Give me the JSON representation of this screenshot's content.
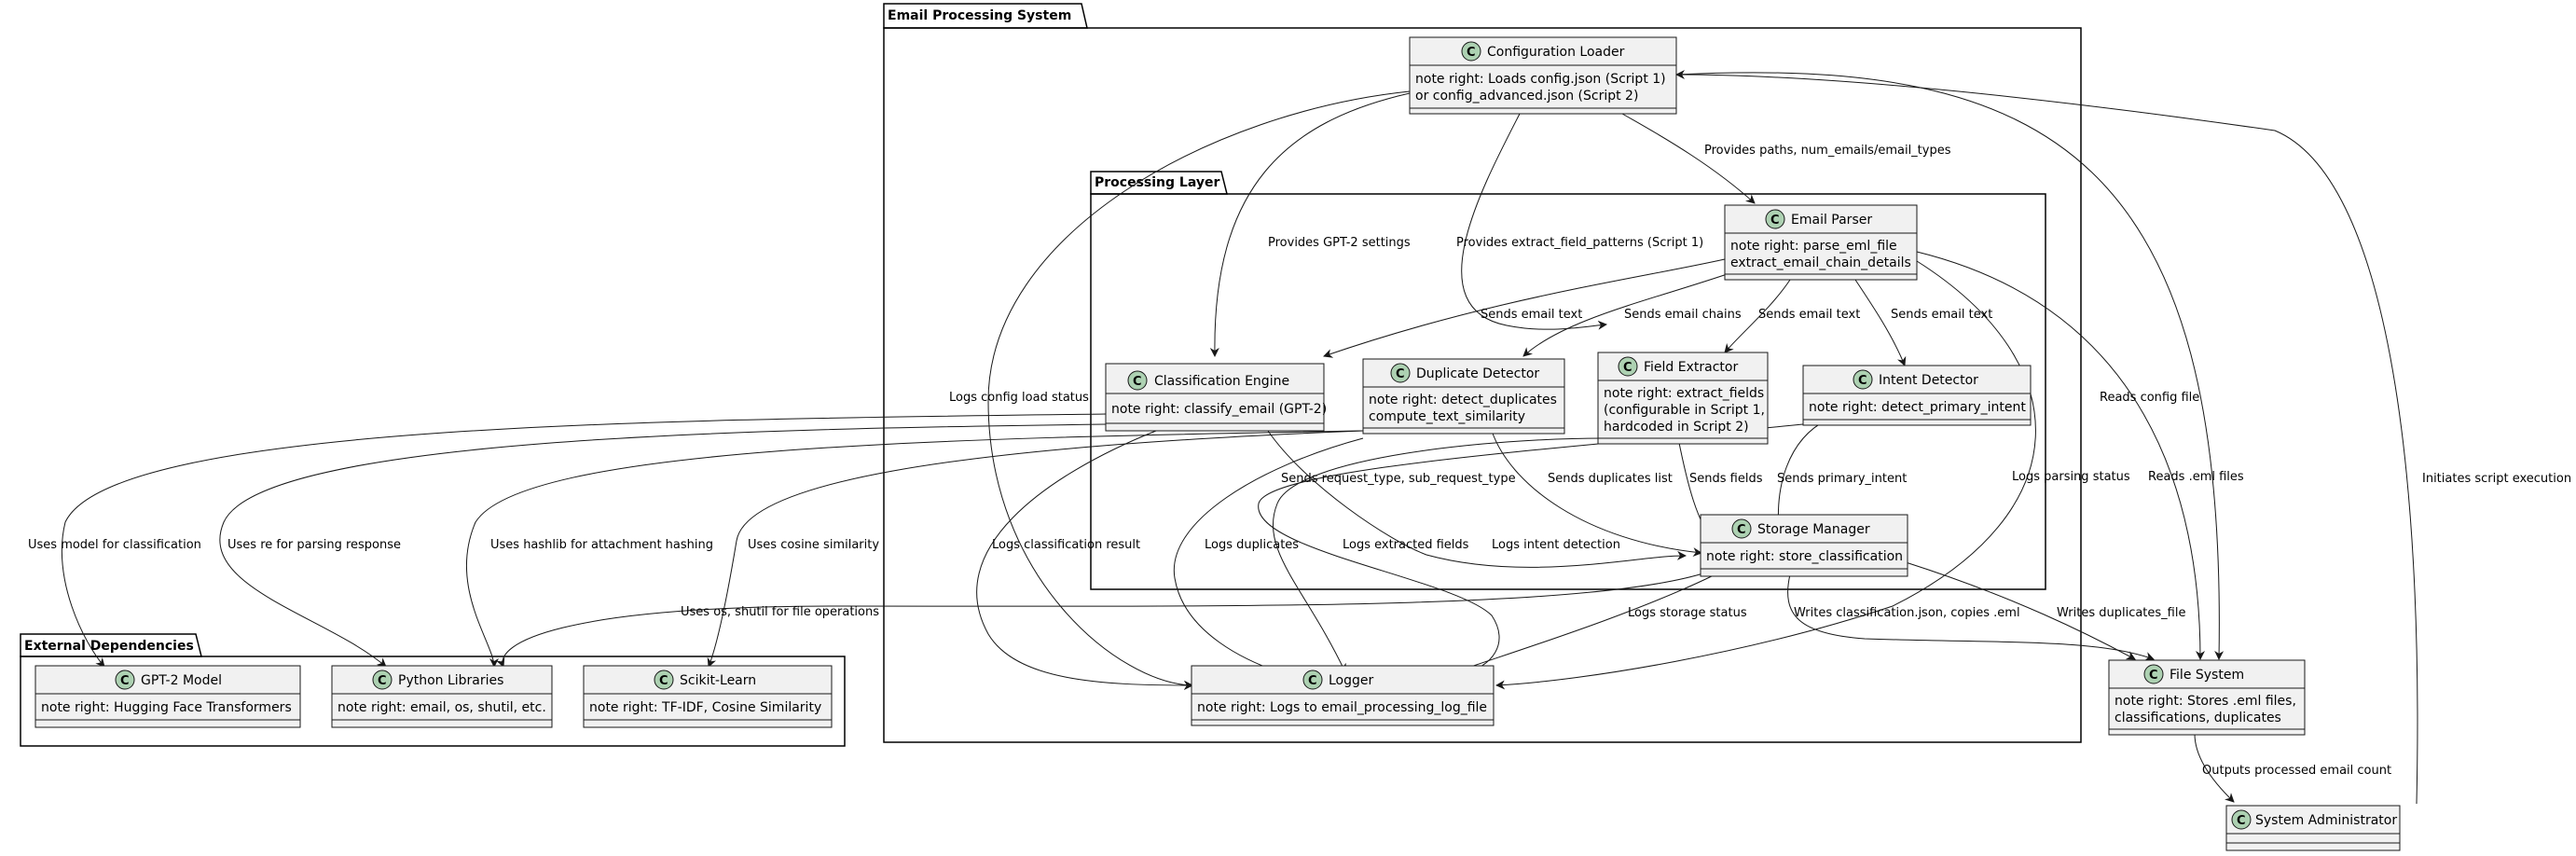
{
  "packages": [
    {
      "id": "email-processing-system",
      "label": "Email Processing System"
    },
    {
      "id": "processing-layer",
      "label": "Processing Layer"
    },
    {
      "id": "external-dependencies",
      "label": "External Dependencies"
    }
  ],
  "classes": [
    {
      "id": "config-loader",
      "name": "Configuration Loader",
      "fields": [
        "note right: Loads config.json (Script 1)",
        "or config_advanced.json (Script 2)"
      ]
    },
    {
      "id": "email-parser",
      "name": "Email Parser",
      "fields": [
        "note right: parse_eml_file",
        "extract_email_chain_details"
      ]
    },
    {
      "id": "classification-engine",
      "name": "Classification Engine",
      "fields": [
        "note right: classify_email (GPT-2)"
      ]
    },
    {
      "id": "duplicate-detector",
      "name": "Duplicate Detector",
      "fields": [
        "note right: detect_duplicates",
        "compute_text_similarity"
      ]
    },
    {
      "id": "field-extractor",
      "name": "Field Extractor",
      "fields": [
        "note right: extract_fields",
        "(configurable in Script 1,",
        "hardcoded in Script 2)"
      ]
    },
    {
      "id": "intent-detector",
      "name": "Intent Detector",
      "fields": [
        "note right: detect_primary_intent"
      ]
    },
    {
      "id": "storage-manager",
      "name": "Storage Manager",
      "fields": [
        "note right: store_classification"
      ]
    },
    {
      "id": "logger",
      "name": "Logger",
      "fields": [
        "note right: Logs to email_processing_log_file"
      ]
    },
    {
      "id": "gpt2-model",
      "name": "GPT-2 Model",
      "fields": [
        "note right: Hugging Face Transformers"
      ]
    },
    {
      "id": "python-libraries",
      "name": "Python Libraries",
      "fields": [
        "note right: email, os, shutil, etc."
      ]
    },
    {
      "id": "scikit-learn",
      "name": "Scikit-Learn",
      "fields": [
        "note right: TF-IDF, Cosine Similarity"
      ]
    },
    {
      "id": "file-system",
      "name": "File System",
      "fields": [
        "note right: Stores .eml files,",
        "classifications, duplicates"
      ]
    },
    {
      "id": "system-administrator",
      "name": "System Administrator",
      "fields": []
    }
  ],
  "edges": [
    {
      "id": "e1",
      "label": "Provides paths, num_emails/email_types"
    },
    {
      "id": "e2",
      "label": "Provides GPT-2 settings"
    },
    {
      "id": "e3",
      "label": "Provides extract_field_patterns (Script 1)"
    },
    {
      "id": "e4",
      "label": "Logs config load status"
    },
    {
      "id": "e5",
      "label": "Reads config file"
    },
    {
      "id": "e6",
      "label": "Sends email text"
    },
    {
      "id": "e7",
      "label": "Sends email chains"
    },
    {
      "id": "e8",
      "label": "Sends email text"
    },
    {
      "id": "e9",
      "label": "Sends email text"
    },
    {
      "id": "e10",
      "label": "Logs parsing status"
    },
    {
      "id": "e11",
      "label": "Reads .eml files"
    },
    {
      "id": "e12",
      "label": "Uses model for classification"
    },
    {
      "id": "e13",
      "label": "Uses re for parsing response"
    },
    {
      "id": "e14",
      "label": "Logs classification result"
    },
    {
      "id": "e15",
      "label": "Sends request_type, sub_request_type"
    },
    {
      "id": "e16",
      "label": "Uses hashlib for attachment hashing"
    },
    {
      "id": "e17",
      "label": "Uses cosine similarity"
    },
    {
      "id": "e18",
      "label": "Logs duplicates"
    },
    {
      "id": "e19",
      "label": "Sends duplicates list"
    },
    {
      "id": "e20",
      "label": "Logs extracted fields"
    },
    {
      "id": "e21",
      "label": "Sends fields"
    },
    {
      "id": "e22",
      "label": "Logs intent detection"
    },
    {
      "id": "e23",
      "label": "Sends primary_intent"
    },
    {
      "id": "e24",
      "label": "Uses os, shutil for file operations"
    },
    {
      "id": "e25",
      "label": "Logs storage status"
    },
    {
      "id": "e26",
      "label": "Writes classification.json, copies .eml"
    },
    {
      "id": "e27",
      "label": "Writes duplicates_file"
    },
    {
      "id": "e28",
      "label": "Outputs processed email count"
    },
    {
      "id": "e29",
      "label": "Initiates script execution"
    }
  ],
  "colors": {
    "class_fill": "#f1f1f1",
    "class_border": "#181818",
    "circle_fill": "#add1b2",
    "package_border": "#000000",
    "edge": "#181818"
  }
}
